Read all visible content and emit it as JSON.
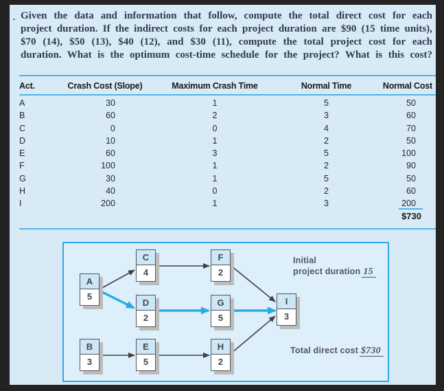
{
  "problem": {
    "marker": ".",
    "lines": [
      "Given the data and information that follow, compute the total direct cost for each",
      "project duration. If the indirect costs for each project duration are $90 (15 time units),",
      "$70 (14), $50 (13), $40 (12), and $30 (11), compute the total project cost for each",
      "duration. What is the optimum cost-time schedule for the project? What is this cost?"
    ]
  },
  "table": {
    "headers": [
      "Act.",
      "Crash Cost (Slope)",
      "Maximum Crash Time",
      "Normal Time",
      "Normal Cost"
    ],
    "rows": [
      {
        "act": "A",
        "crash_cost": "30",
        "max_crash_time": "1",
        "normal_time": "5",
        "normal_cost": "50"
      },
      {
        "act": "B",
        "crash_cost": "60",
        "max_crash_time": "2",
        "normal_time": "3",
        "normal_cost": "60"
      },
      {
        "act": "C",
        "crash_cost": "0",
        "max_crash_time": "0",
        "normal_time": "4",
        "normal_cost": "70"
      },
      {
        "act": "D",
        "crash_cost": "10",
        "max_crash_time": "1",
        "normal_time": "2",
        "normal_cost": "50"
      },
      {
        "act": "E",
        "crash_cost": "60",
        "max_crash_time": "3",
        "normal_time": "5",
        "normal_cost": "100"
      },
      {
        "act": "F",
        "crash_cost": "100",
        "max_crash_time": "1",
        "normal_time": "2",
        "normal_cost": "90"
      },
      {
        "act": "G",
        "crash_cost": "30",
        "max_crash_time": "1",
        "normal_time": "5",
        "normal_cost": "50"
      },
      {
        "act": "H",
        "crash_cost": "40",
        "max_crash_time": "0",
        "normal_time": "2",
        "normal_cost": "60"
      },
      {
        "act": "I",
        "crash_cost": "200",
        "max_crash_time": "1",
        "normal_time": "3",
        "normal_cost": "200"
      }
    ],
    "total": "$730"
  },
  "diagram": {
    "nodes": [
      {
        "id": "A",
        "duration": "5"
      },
      {
        "id": "B",
        "duration": "3"
      },
      {
        "id": "C",
        "duration": "4"
      },
      {
        "id": "D",
        "duration": "2"
      },
      {
        "id": "E",
        "duration": "5"
      },
      {
        "id": "F",
        "duration": "2"
      },
      {
        "id": "G",
        "duration": "5"
      },
      {
        "id": "H",
        "duration": "2"
      },
      {
        "id": "I",
        "duration": "3"
      }
    ],
    "edges": [
      {
        "from": "A",
        "to": "C",
        "critical": false
      },
      {
        "from": "A",
        "to": "D",
        "critical": true
      },
      {
        "from": "C",
        "to": "F",
        "critical": false
      },
      {
        "from": "D",
        "to": "G",
        "critical": true
      },
      {
        "from": "F",
        "to": "I",
        "critical": false
      },
      {
        "from": "G",
        "to": "I",
        "critical": true
      },
      {
        "from": "B",
        "to": "E",
        "critical": false
      },
      {
        "from": "E",
        "to": "H",
        "critical": false
      },
      {
        "from": "H",
        "to": "I",
        "critical": false
      }
    ],
    "annotations": {
      "initial_line1": "Initial",
      "initial_line2": "project duration",
      "initial_value": "15",
      "total_label": "Total direct cost",
      "total_value": "$730"
    },
    "colors": {
      "critical_path": "#29abe2",
      "edge": "#414042",
      "rule": "#4db4e8",
      "panel_border": "#2fa9e1",
      "node_fill": "#cde7f7",
      "page_bg": "#d8eaf6"
    }
  }
}
